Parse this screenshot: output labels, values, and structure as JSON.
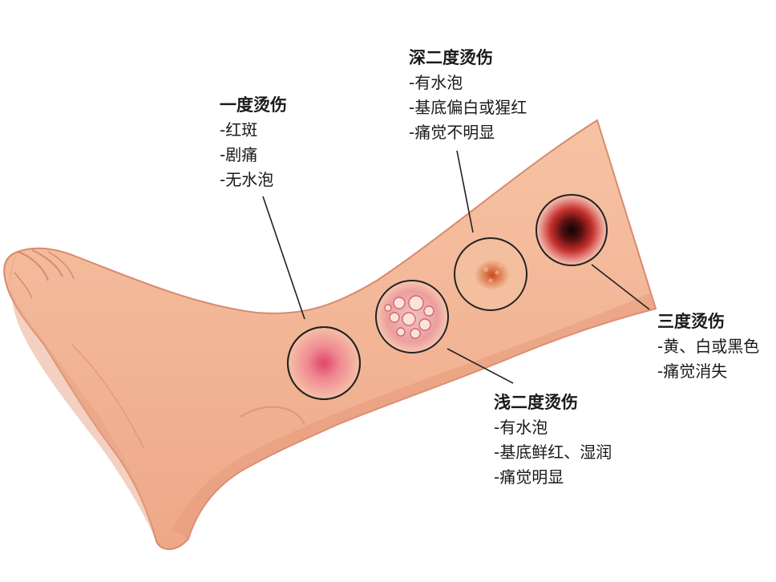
{
  "colors": {
    "skin_fill": "#f3b896",
    "skin_shadow": "#e49c7c",
    "skin_outline": "#d4876c",
    "circle_stroke": "#222222",
    "leader_line": "#222222"
  },
  "labels": {
    "first_degree": {
      "title": "一度烫伤",
      "items": [
        "-红斑",
        "-剧痛",
        "-无水泡"
      ]
    },
    "superficial_second_degree": {
      "title": "浅二度烫伤",
      "items": [
        "-有水泡",
        "-基底鲜红、湿润",
        "-痛觉明显"
      ]
    },
    "deep_second_degree": {
      "title": "深二度烫伤",
      "items": [
        "-有水泡",
        "-基底偏白或猩红",
        "-痛觉不明显"
      ]
    },
    "third_degree": {
      "title": "三度烫伤",
      "items": [
        "-黄、白或黑色",
        "-痛觉消失"
      ]
    }
  }
}
